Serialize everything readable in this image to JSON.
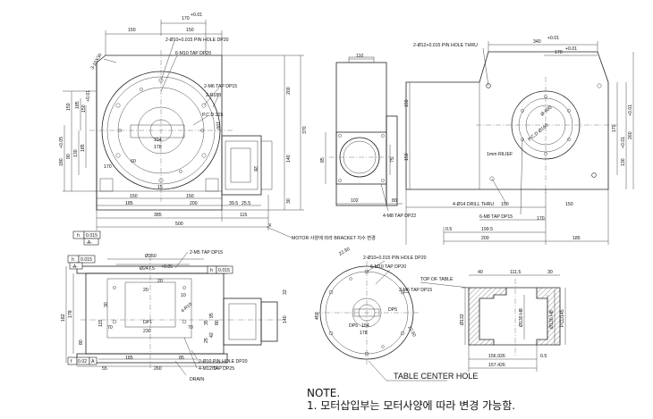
{
  "top_view": {
    "dims_top": [
      "170",
      "+0.01",
      "150",
      "150"
    ],
    "pin_hole": "2-Ø10+0.015 PIN HOLE DP20",
    "tap_m10": "6-M10 TAP DP20",
    "chamfer": "3-10X30",
    "tap_m6": "2-M6 TAP DP15",
    "radius": "2-R188",
    "pcd": "P.C.D 215",
    "d190": "190",
    "left_dims": [
      "150",
      "185",
      "150",
      "90",
      "130",
      "185",
      "180"
    ],
    "tol_a": "+0.05",
    "tol_b": "+0.01",
    "right_dims": [
      "200",
      "370",
      "140",
      "30"
    ],
    "inner_dims": [
      "154",
      "178",
      "170",
      "15",
      "150",
      "185",
      "200",
      "150",
      "39.5",
      "25.5",
      "385",
      "115",
      "500",
      "60",
      "28"
    ],
    "x_label": "X",
    "bracket_note": "MOTOR 사양에 따라 BRACKET 치수 변경",
    "datum_h": "h",
    "datum_val": "0.015",
    "datum_a": "-A-"
  },
  "side_view": {
    "width_top": "110",
    "left_dim": "85",
    "d75": "75",
    "bottom_dims": [
      "102",
      "80"
    ],
    "tap_m8": "4-M8 TAP DP22"
  },
  "right_view": {
    "pin_hole": "2-Ø12+0.015 PIN HOLE THRU",
    "width": "340",
    "width_tol": "+0.01",
    "inner_width": "170",
    "inner_tol": "+0.01",
    "d600": "Ø-600",
    "pcd": "P.C.D Ø160",
    "left_dims": [
      "150",
      "150"
    ],
    "right_dims": [
      "170",
      "130",
      "+0.01",
      "260",
      "+0.01"
    ],
    "relief": "1mm RILIEF",
    "drill": "4-Ø14 DRILL THRU",
    "tap": "6-M8 TAP DP15",
    "bottom_dims": [
      "150",
      "150",
      "170",
      "0.5",
      "199.5",
      "200",
      "185"
    ]
  },
  "front_view": {
    "datum_h": "h",
    "datum_val": "0.015",
    "datum_a": "-A-",
    "d350": "Ø350",
    "d247": "Ø247.5",
    "d247_tol": "+0.05",
    "tap_m5": "2-M5 TAP DP15",
    "h_box": "h",
    "h_val": "0.015",
    "dims": [
      "20",
      "20",
      "10",
      "182",
      "178",
      "80",
      "115",
      "30",
      "35",
      "42",
      "25",
      "95",
      "80",
      "140",
      "32",
      "70",
      "70",
      "230",
      "185",
      "85",
      "55",
      "260",
      "70"
    ],
    "dp1": "DP1",
    "r10": "4-R10",
    "pin": "2-Ø10 PIN HOLE DP20",
    "tap_m12": "4-M12 TAP DP25",
    "drain": "DRAIN",
    "flat_box": "f",
    "flat_val": "0.02",
    "flat_a": "A"
  },
  "table_view": {
    "ang1": "22.50",
    "pin": "2-Ø10+0.015 PIN HOLE DP20",
    "tap_m10": "6-M10 TAP DP20",
    "tap_m6": "2-M6 TAP DP15",
    "d450": "450",
    "dp5a": "DP5",
    "dp5b": "DP5",
    "d154": "154",
    "d178": "178",
    "ang2": "22.50",
    "center_hole": "TABLE CENTER HOLE"
  },
  "section": {
    "top_of_table": "TOP OF TABLE",
    "dims_top": [
      "40",
      "111.5",
      "30"
    ],
    "d132": "Ø132",
    "d130h8": "Ø130 H8",
    "d130h8b": "Ø130 H8",
    "pcd145": "PCD145",
    "d156": "156.926",
    "d05": "0.5",
    "d157": "157.426"
  },
  "note": {
    "title": "NOTE.",
    "line1": "1. 모터삽입부는 모터사양에 따라 변경 가능함."
  }
}
